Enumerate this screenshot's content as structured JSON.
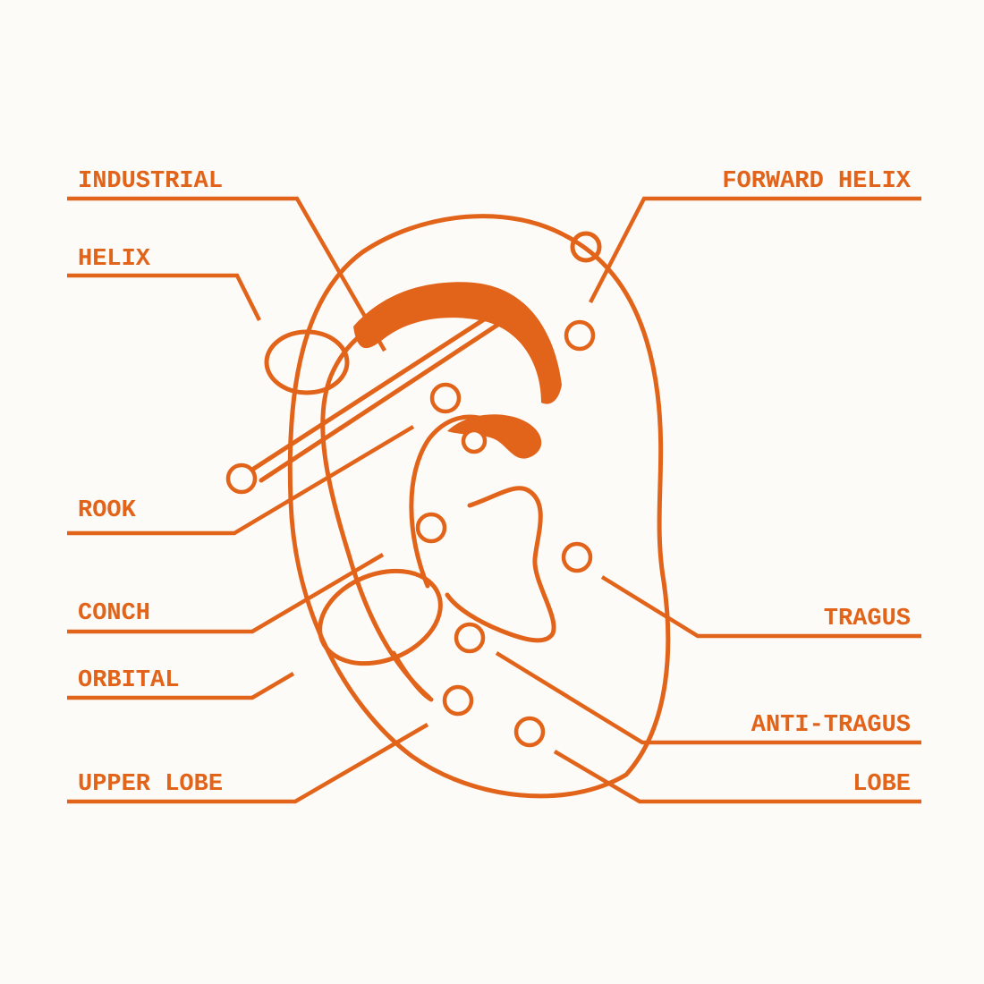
{
  "colors": {
    "accent": "#e2641a",
    "background": "#fcfbf7"
  },
  "labels": {
    "industrial": "INDUSTRIAL",
    "helix": "HELIX",
    "rook": "ROOK",
    "conch": "CONCH",
    "orbital": "ORBITAL",
    "upper_lobe": "UPPER LOBE",
    "forward_helix": "FORWARD HELIX",
    "tragus": "TRAGUS",
    "anti_tragus": "ANTI-TRAGUS",
    "lobe": "LOBE"
  }
}
